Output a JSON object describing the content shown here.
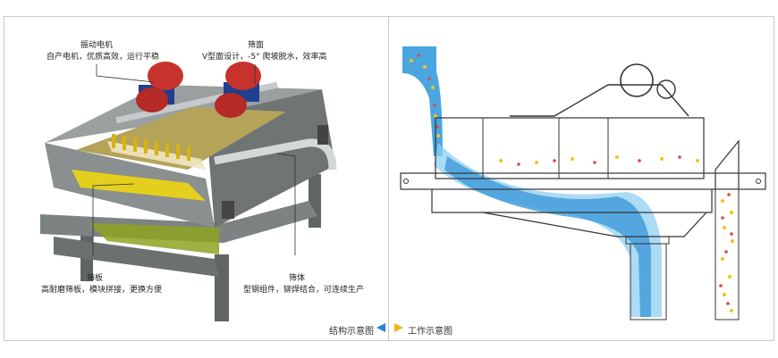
{
  "callouts": {
    "motor": {
      "title": "振动电机",
      "desc": "自产电机，优质高效，运行平稳"
    },
    "screen": {
      "title": "筛面",
      "desc": "V型面设计，-5° 爬坡脱水，效率高"
    },
    "plate": {
      "title": "筛板",
      "desc": "高耐磨筛板，模块拼接，更换方便"
    },
    "body": {
      "title": "筛体",
      "desc": "型钢组件，铆焊结合，可连续生产"
    }
  },
  "nav": {
    "structure_label": "结构示意图",
    "working_label": "工作示意图",
    "prev_icon": "triangle-left-icon",
    "next_icon": "triangle-right-icon",
    "prev_color": "#1e88d6",
    "next_color": "#f2b21c"
  },
  "colors": {
    "frame_gray": "#7b7f80",
    "motor_red": "#c8322c",
    "screen_yellow": "#e9d21c",
    "water_blue": "#3da2dd",
    "line_dark": "#333333"
  }
}
